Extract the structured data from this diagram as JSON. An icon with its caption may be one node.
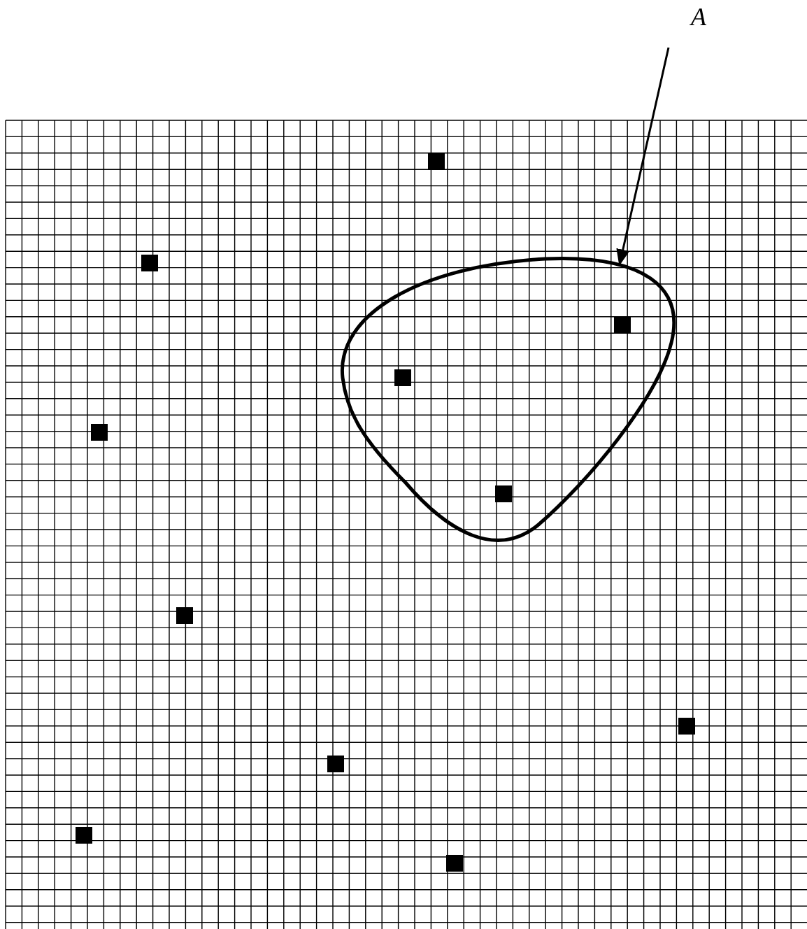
{
  "diagram": {
    "nodes": [
      {
        "text": [
          "A"
        ]
      },
      {
        "text": [],
        "shape": "circle"
      }
    ],
    "edges": [
      {
        "from": 0,
        "to": 1,
        "arrow": "to"
      }
    ]
  }
}
